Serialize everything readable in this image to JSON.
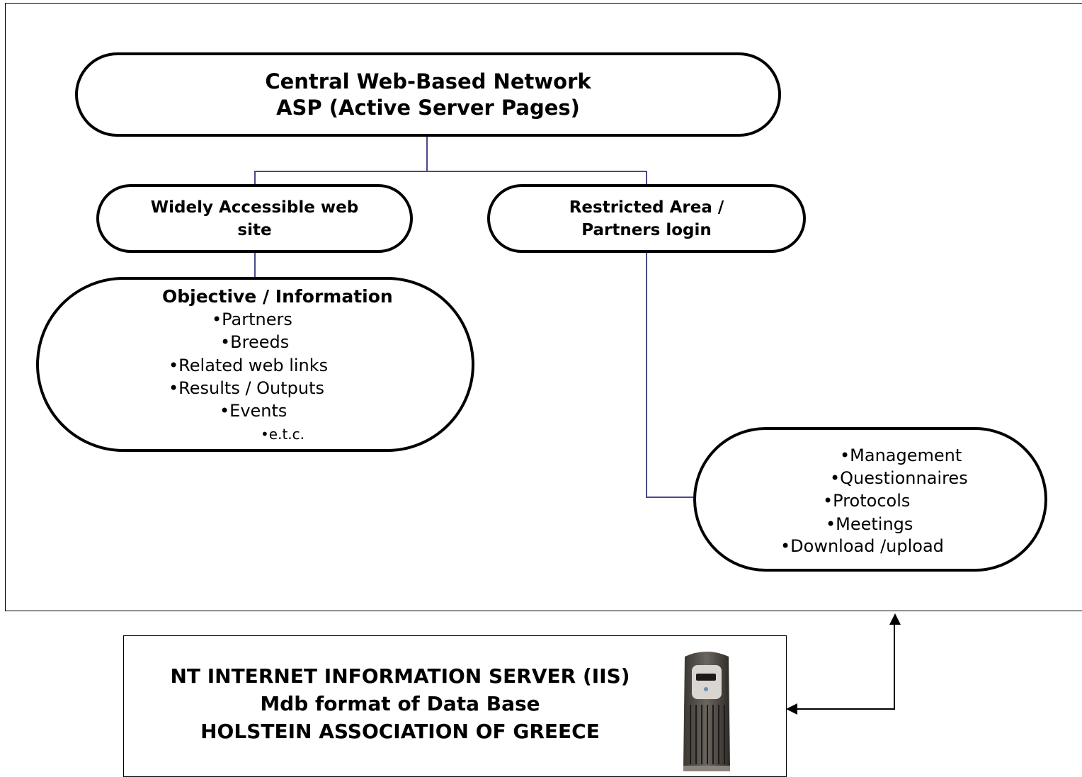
{
  "top_node": {
    "line1": "Central Web-Based Network",
    "line2": "ASP (Active Server Pages)"
  },
  "left_node": {
    "line1": "Widely Accessible web",
    "line2": "site"
  },
  "right_node": {
    "line1": "Restricted Area /",
    "line2": "Partners login"
  },
  "info_node": {
    "title": "Objective / Information",
    "items": [
      "•Partners",
      "•Breeds",
      "•Related web links",
      "•Results / Outputs",
      "•Events",
      "•e.t.c."
    ]
  },
  "restricted_list": {
    "items": [
      "•Management",
      "•Questionnaires",
      "•Protocols",
      "•Meetings",
      "•Download /upload"
    ]
  },
  "server": {
    "line1": "NT INTERNET INFORMATION SERVER (IIS)",
    "line2": "Mdb format of Data Base",
    "line3": "HOLSTEIN ASSOCIATION OF GREECE",
    "icon": "server-tower-icon"
  }
}
